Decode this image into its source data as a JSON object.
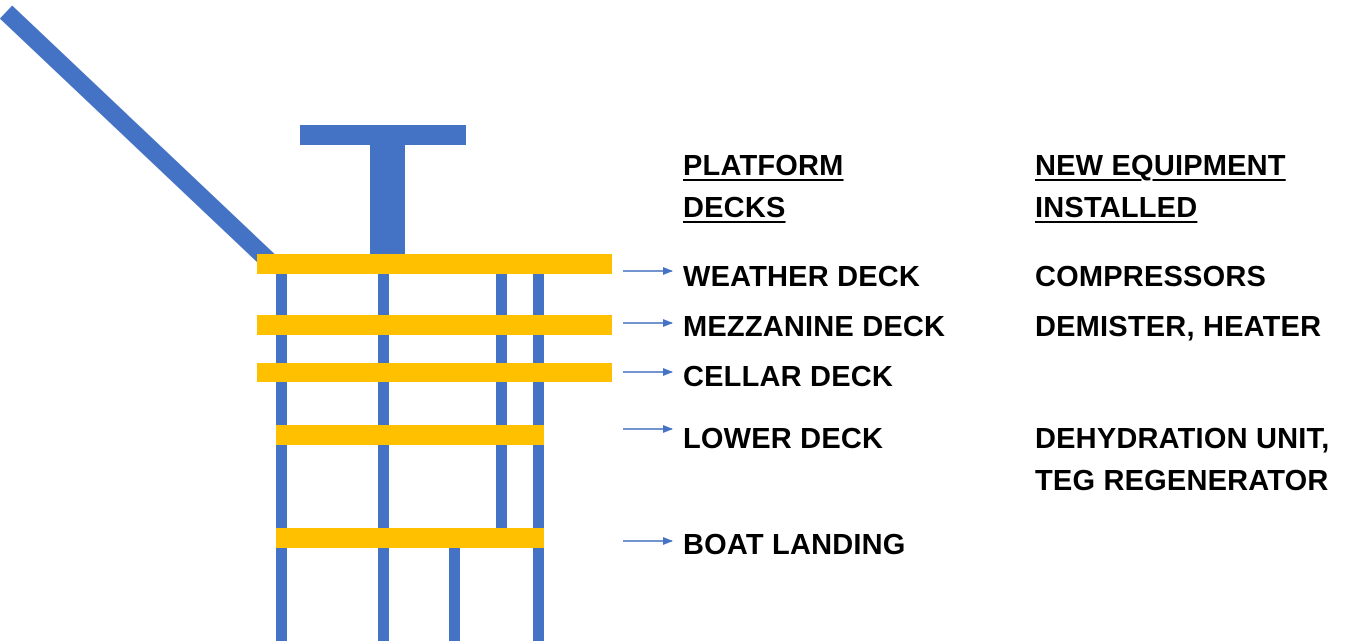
{
  "colors": {
    "structure": "#4472C4",
    "deck": "#FFC000",
    "arrow": "#4472C4",
    "text": "#000000"
  },
  "headers": {
    "platform_decks": [
      "PLATFORM",
      "DECKS"
    ],
    "new_equipment": [
      "NEW EQUIPMENT",
      "INSTALLED"
    ]
  },
  "decks": [
    {
      "name": "WEATHER DECK",
      "equipment": [
        "COMPRESSORS"
      ]
    },
    {
      "name": "MEZZANINE DECK",
      "equipment": [
        "DEMISTER, HEATER"
      ]
    },
    {
      "name": "CELLAR DECK",
      "equipment": []
    },
    {
      "name": "LOWER DECK",
      "equipment": [
        "DEHYDRATION UNIT,",
        "TEG REGENERATOR"
      ]
    },
    {
      "name": "BOAT LANDING",
      "equipment": []
    }
  ]
}
